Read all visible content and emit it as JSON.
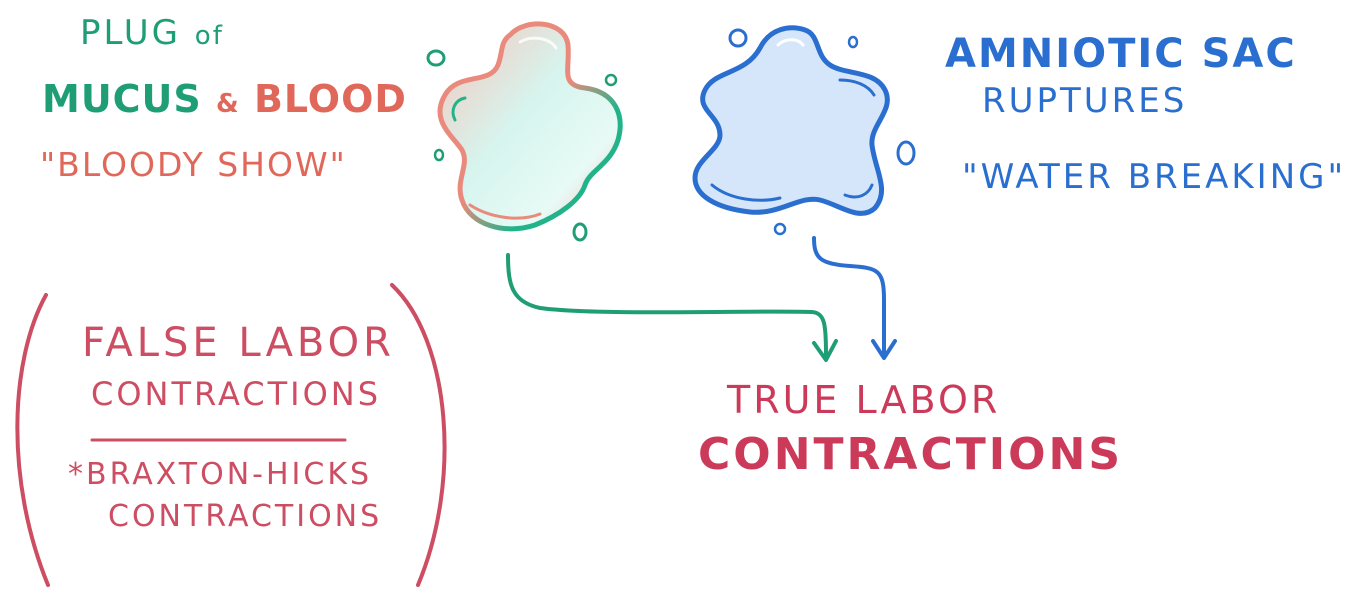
{
  "plug": {
    "line1": "PLUG",
    "line1_suffix": "of",
    "mucus": "MUCUS",
    "amp": "&",
    "blood": "BLOOD",
    "quote": "\"BLOODY SHOW\""
  },
  "amniotic": {
    "line1": "AMNIOTIC SAC",
    "line2": "RUPTURES",
    "quote": "\"WATER BREAKING\""
  },
  "true_labor": {
    "line1": "TRUE LABOR",
    "line2": "CONTRACTIONS"
  },
  "false_labor": {
    "line1": "FALSE LABOR",
    "line2": "CONTRACTIONS",
    "bullet": "*",
    "line3": "BRAXTON-HICKS",
    "line4": "CONTRACTIONS"
  },
  "colors": {
    "green": "#1f9e76",
    "salmon": "#e0685a",
    "blue": "#2a6fcf",
    "crimson": "#cc3a5a",
    "rose": "#cd4d62"
  },
  "icons": [
    "mucus-plug-blob-icon",
    "amniotic-sac-blob-icon",
    "bubble-icon",
    "arrow-down-icon"
  ]
}
